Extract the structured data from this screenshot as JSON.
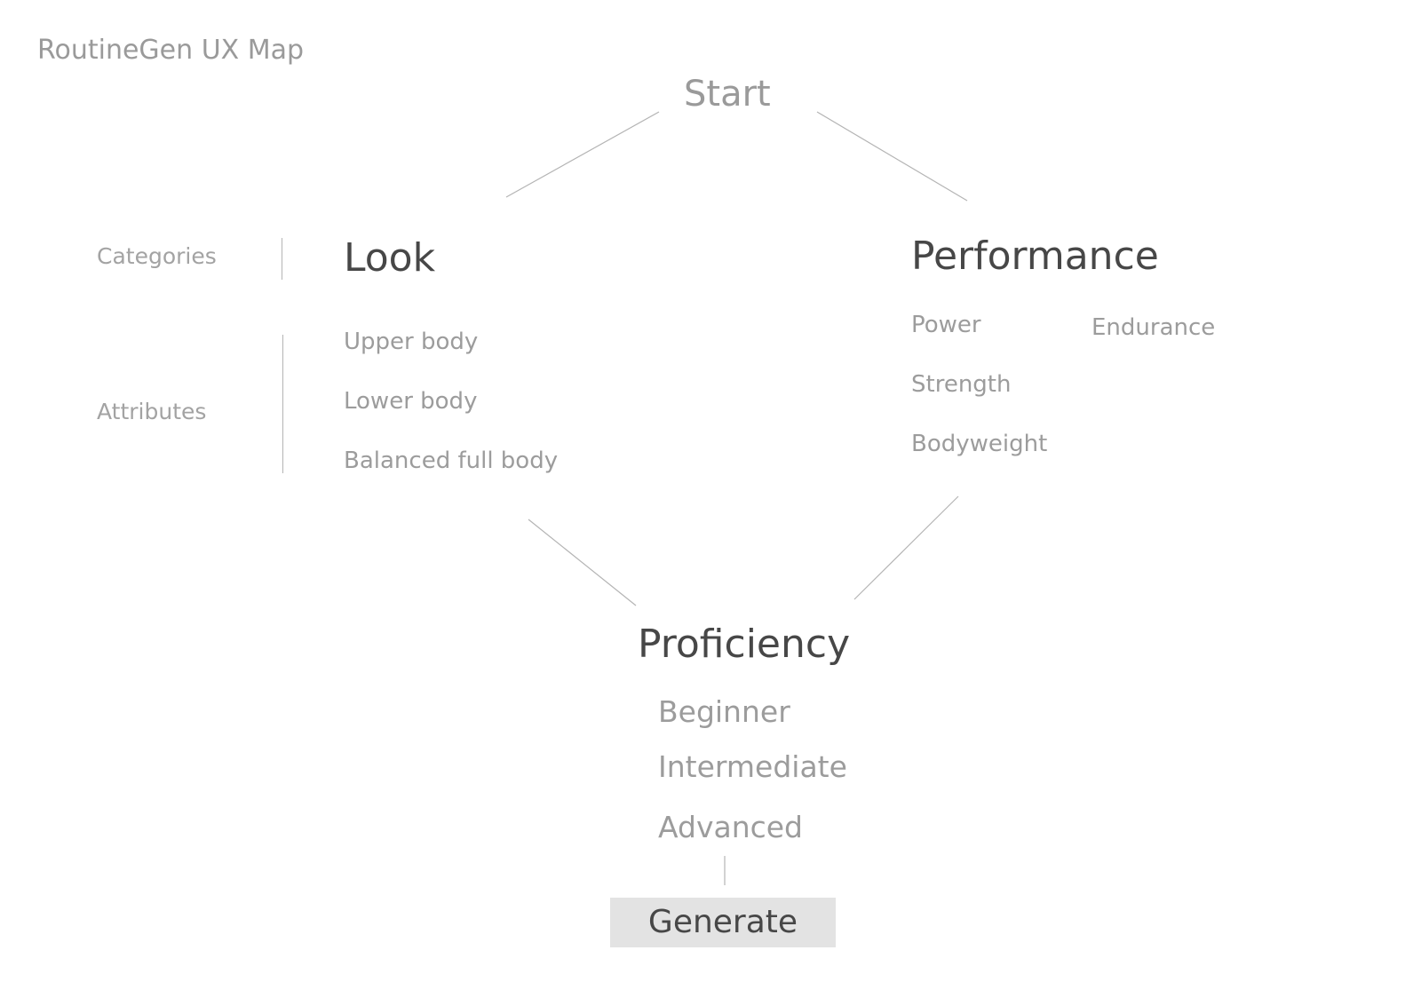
{
  "header": {
    "title": "RoutineGen UX Map"
  },
  "start": {
    "label": "Start"
  },
  "rows": {
    "categories": "Categories",
    "attributes": "Attributes"
  },
  "look": {
    "title": "Look",
    "attributes": [
      "Upper body",
      "Lower body",
      "Balanced full body"
    ]
  },
  "performance": {
    "title": "Performance",
    "attributes": [
      "Power",
      "Strength",
      "Bodyweight",
      "Endurance"
    ]
  },
  "proficiency": {
    "title": "Proficiency",
    "levels": [
      "Beginner",
      "Intermediate",
      "Advanced"
    ]
  },
  "action": {
    "generate_label": "Generate"
  },
  "colors": {
    "heading": "#474747",
    "muted": "#9a9a9a",
    "connector": "#b4b4b4",
    "button_bg": "#e3e3e3"
  }
}
